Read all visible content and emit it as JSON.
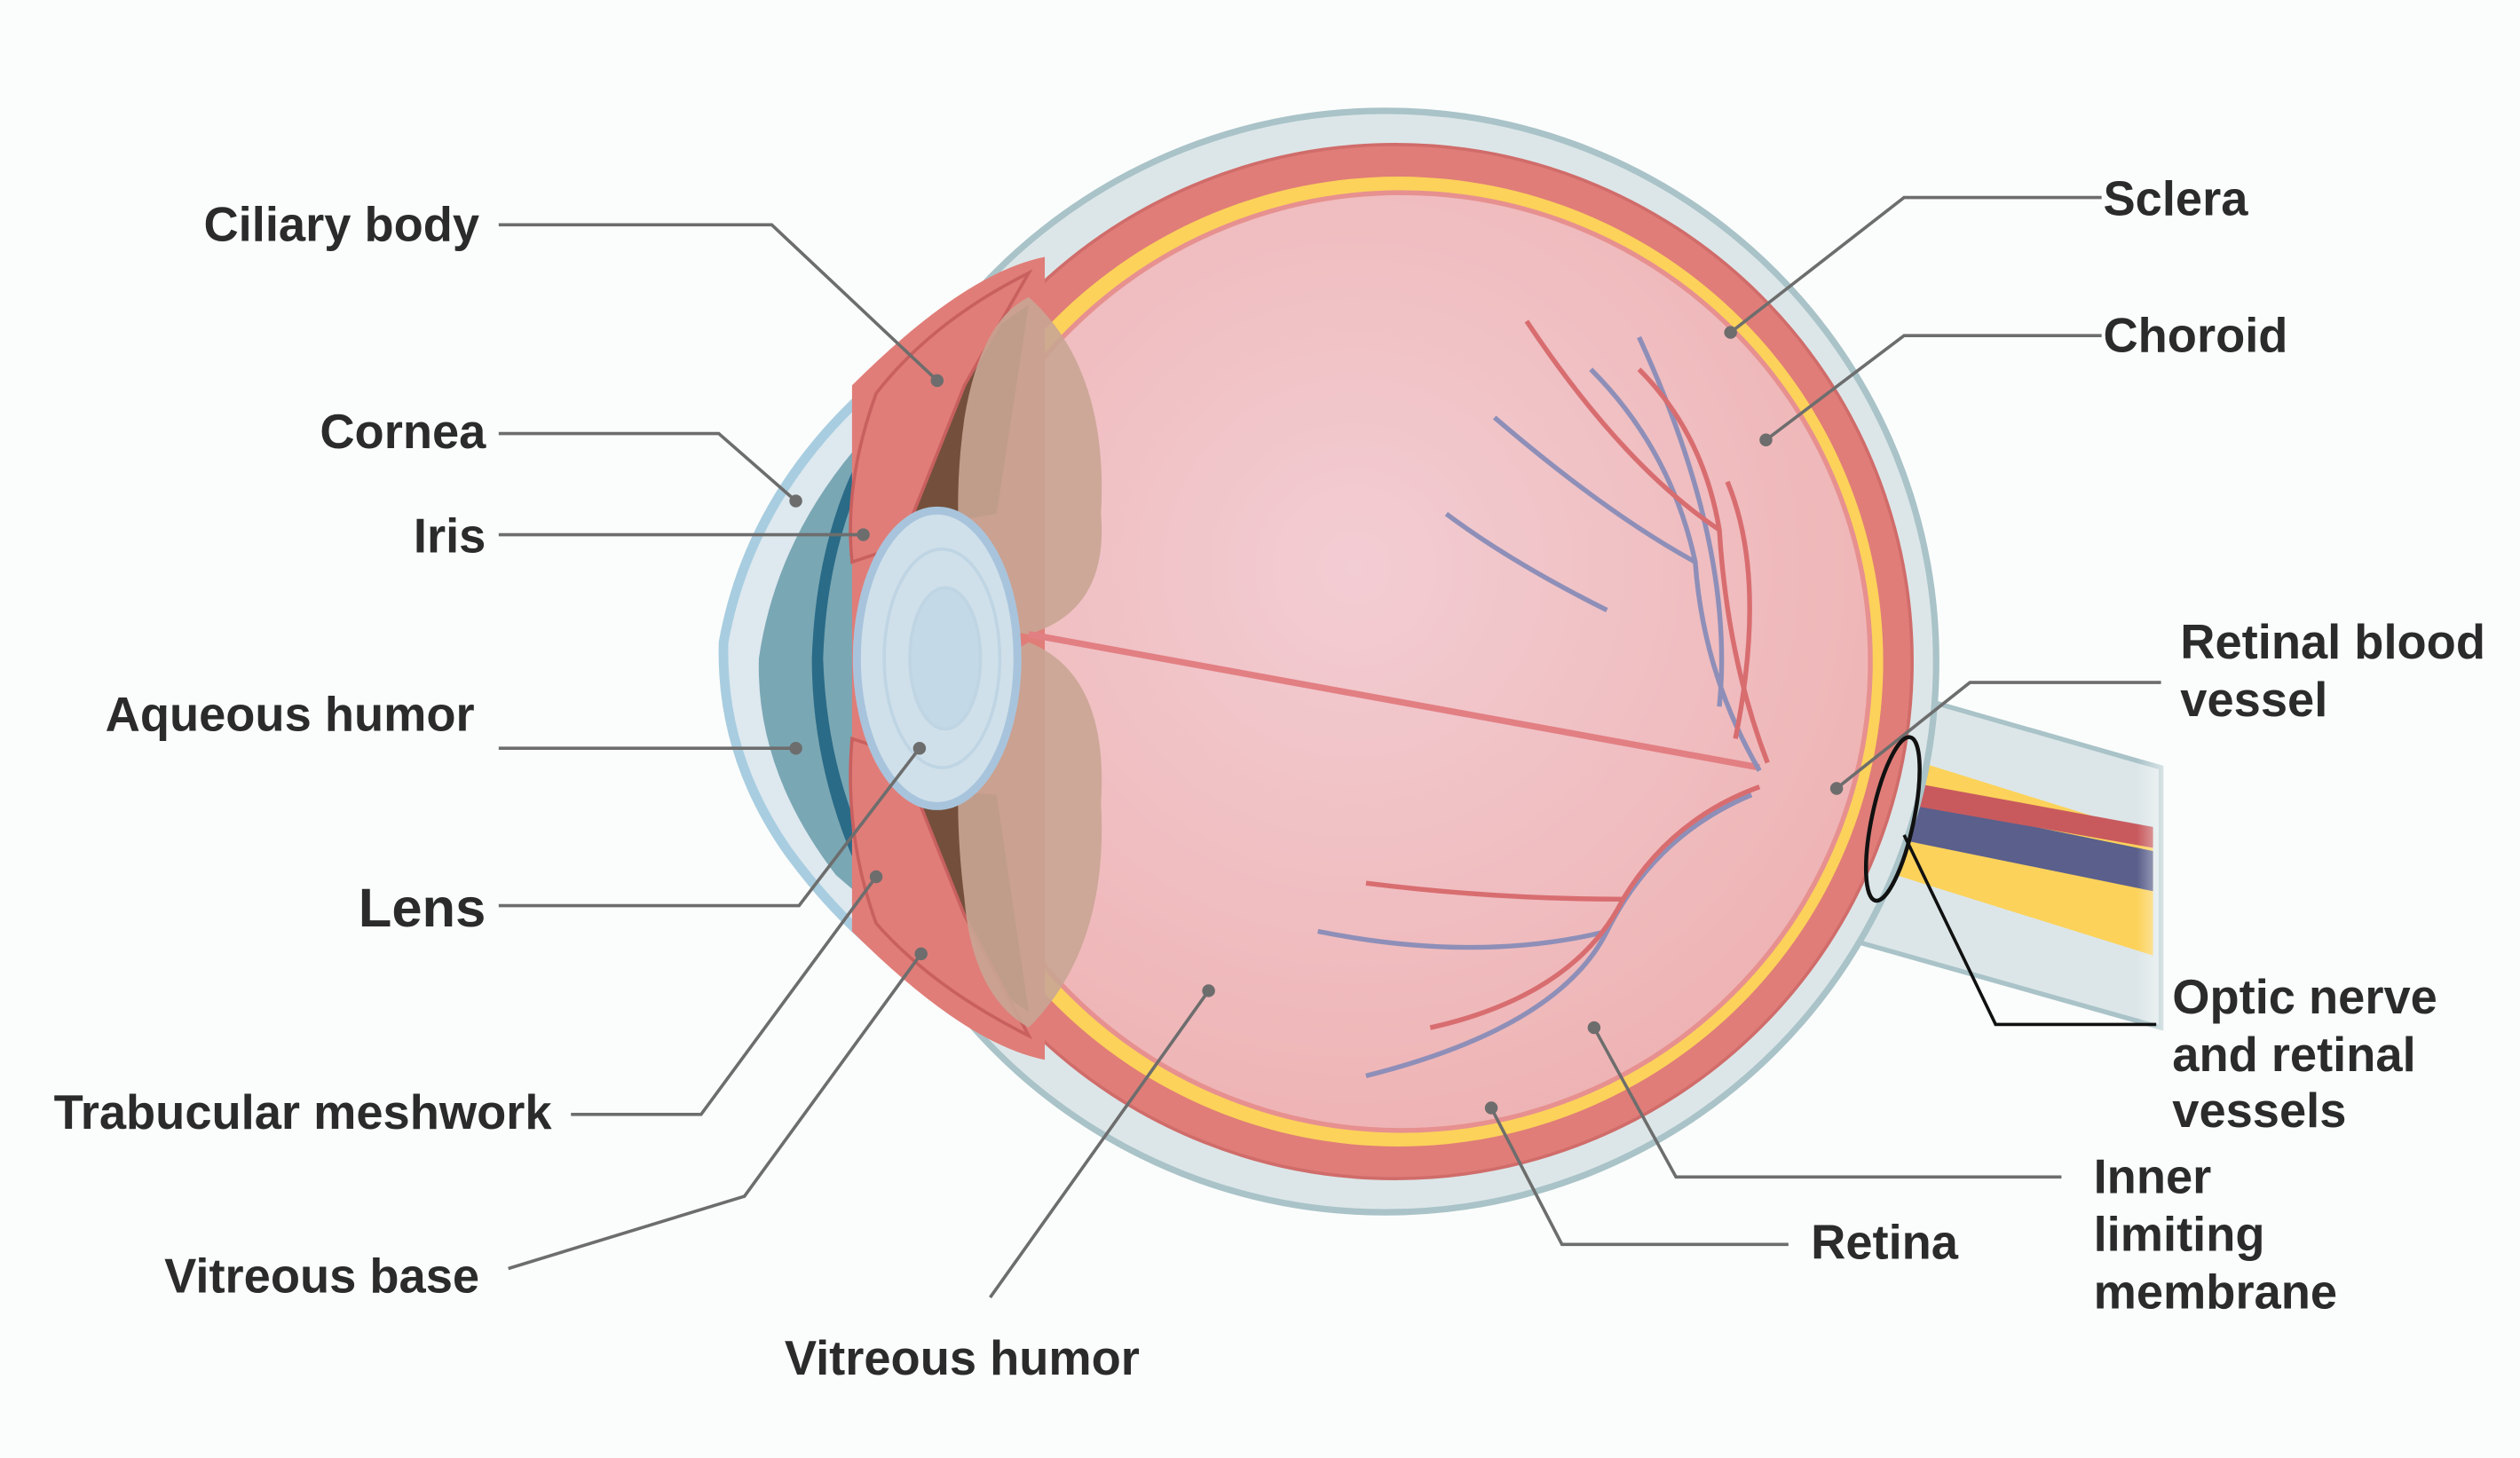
{
  "title": "Anatomy of the human eye",
  "labels": {
    "ciliary_body": "Ciliary body",
    "cornea": "Cornea",
    "iris": "Iris",
    "aqueous_humor": "Aqueous humor",
    "lens": "Lens",
    "trabecular_meshwork": "Trabucular meshwork",
    "vitreous_base": "Vitreous base",
    "vitreous_humor": "Vitreous humor",
    "sclera": "Sclera",
    "choroid": "Choroid",
    "retinal_blood_vessel": [
      "Retinal blood",
      "vessel"
    ],
    "optic_nerve": [
      "Optic nerve",
      "and retinal",
      "vessels"
    ],
    "inner_limiting_membrane": [
      "Inner",
      "limiting",
      "membrane"
    ],
    "retina": "Retina"
  },
  "colors": {
    "sclera": "#dce6e8",
    "cornea": "#dde8ef",
    "choroid": "#e07d78",
    "retina": "#fcd25a",
    "vitreous": "#efb6b6",
    "aqueous": "#7aa7b4",
    "iris_dark": "#2a6b87",
    "lens": "#cfe0ea",
    "ciliary": "#74503c"
  }
}
